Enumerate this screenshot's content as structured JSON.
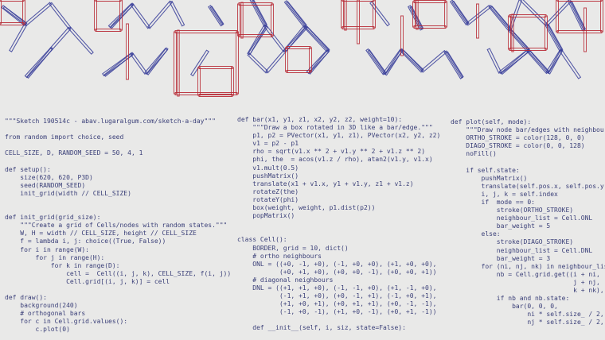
{
  "colors": {
    "background": "#e9e9e8",
    "code_text": "#3a3f78",
    "ortho_stroke": "#b82a35",
    "diago_stroke": "#3a3f9a"
  },
  "code": {
    "col1": [
      "\"\"\"Sketch 190514c - abav.lugaralgum.com/sketch-a-day\"\"\"",
      "",
      "from random import choice, seed",
      "",
      "CELL_SIZE, D, RANDOM_SEED = 50, 4, 1",
      "",
      "def setup():",
      "    size(620, 620, P3D)",
      "    seed(RANDOM_SEED)",
      "    init_grid(width // CELL_SIZE)",
      "",
      "",
      "def init_grid(grid_size):",
      "    \"\"\"Create a grid of Cells/nodes with random states.\"\"\"",
      "    W, H = width // CELL_SIZE, height // CELL_SIZE",
      "    f = lambda i, j: choice((True, False))",
      "    for i in range(W):",
      "        for j in range(H):",
      "            for k in range(D):",
      "                cell =  Cell((i, j, k), CELL_SIZE, f(i, j))",
      "                Cell.grid[(i, j, k)] = cell",
      "",
      "def draw():",
      "    background(240)",
      "    # orthogonal bars",
      "    for c in Cell.grid.values():",
      "        c.plot(0)"
    ],
    "col2": [
      "def bar(x1, y1, z1, x2, y2, z2, weight=10):",
      "    \"\"\"Draw a box rotated in 3D like a bar/edge.\"\"\"",
      "    p1, p2 = PVector(x1, y1, z1), PVector(x2, y2, z2)",
      "    v1 = p2 - p1",
      "    rho = sqrt(v1.x ** 2 + v1.y ** 2 + v1.z ** 2)",
      "    phi, the  = acos(v1.z / rho), atan2(v1.y, v1.x)",
      "    v1.mult(0.5)",
      "    pushMatrix()",
      "    translate(x1 + v1.x, y1 + v1.y, z1 + v1.z)",
      "    rotateZ(the)",
      "    rotateY(phi)",
      "    box(weight, weight, p1.dist(p2))",
      "    popMatrix()",
      "",
      "",
      "class Cell():",
      "    BORDER, grid = 10, dict()",
      "    # ortho neighbours",
      "    ONL = ((+0, -1, +0), (-1, +0, +0), (+1, +0, +0),",
      "           (+0, +1, +0), (+0, +0, -1), (+0, +0, +1))",
      "    # diagonal neighbours",
      "    DNL = ((+1, +1, +0), (-1, -1, +0), (+1, -1, +0),",
      "           (-1, +1, +0), (+0, -1, +1), (-1, +0, +1),",
      "           (+1, +0, +1), (+0, +1, +1), (+0, -1, -1),",
      "           (-1, +0, -1), (+1, +0, -1), (+0, +1, -1))",
      "",
      "    def __init__(self, i, siz, state=False):"
    ],
    "col3": [
      "def plot(self, mode):",
      "    \"\"\"Draw node bar/edges with neighbours.",
      "    ORTHO_STROKE = color(128, 0, 0)",
      "    DIAGO_STROKE = color(0, 0, 128)",
      "    noFill()",
      "",
      "    if self.state:",
      "        pushMatrix()",
      "        translate(self.pos.x, self.pos.y, se",
      "        i, j, k = self.index",
      "        if  mode == 0:",
      "            stroke(ORTHO_STROKE)",
      "            neighbour_list = Cell.ONL",
      "            bar_weight = 5",
      "        else:",
      "            stroke(DIAGO_STROKE)",
      "            neighbour_list = Cell.DNL",
      "            bar_weight = 3",
      "        for (ni, nj, nk) in neighbour_list:",
      "            nb = Cell.grid.get((i + ni,",
      "                                j + nj,",
      "                                k + nk), Non",
      "            if nb and nb.state:",
      "                bar(0, 0, 0,",
      "                    ni * self.size_ / 2,",
      "                    nj * self.size_ / 2,"
    ]
  }
}
